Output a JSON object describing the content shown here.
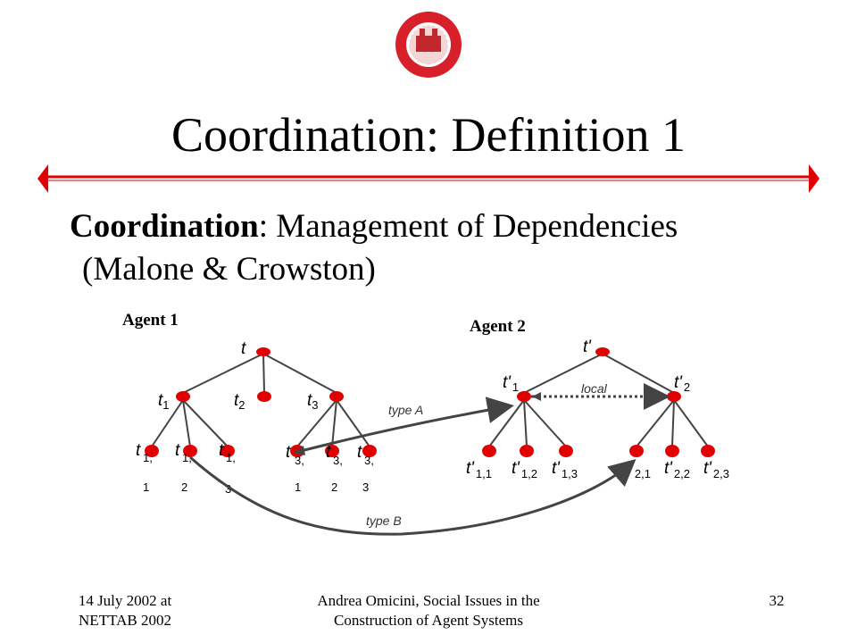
{
  "title": "Coordination: Definition 1",
  "bullet": {
    "term": "Coordination",
    "rest": ": Management of Dependencies",
    "line2": "(Malone & Crowston)"
  },
  "diagram": {
    "agent1_label": "Agent 1",
    "agent2_label": "Agent 2",
    "edge_labels": {
      "type_a": "type A",
      "type_b": "type B",
      "local": "local"
    }
  },
  "footer": {
    "left_line1": "14 July 2002 at",
    "left_line2": "NETTAB 2002",
    "center_line1": "Andrea Omicini, Social Issues in the",
    "center_line2": "Construction of Agent Systems",
    "page_number": "32"
  },
  "colors": {
    "accent": "#e00000",
    "rule": "#e00000",
    "connector": "#444444"
  }
}
